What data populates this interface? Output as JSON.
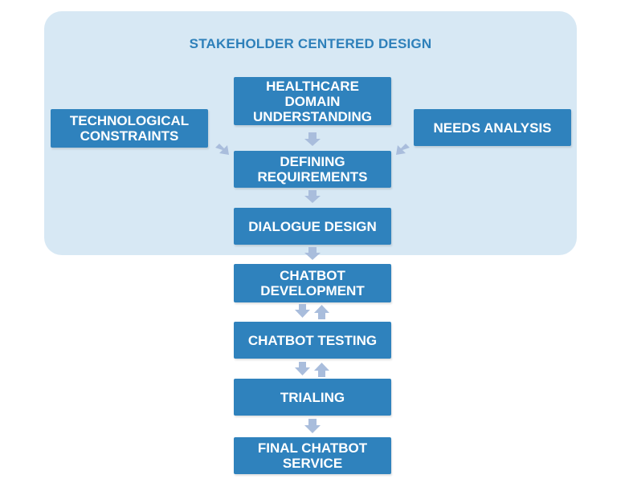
{
  "region": {
    "title": "STAKEHOLDER CENTERED DESIGN"
  },
  "boxes": {
    "healthcare": "HEALTHCARE\nDOMAIN\nUNDERSTANDING",
    "technological": "TECHNOLOGICAL\nCONSTRAINTS",
    "needs": "NEEDS ANALYSIS",
    "defining": "DEFINING\nREQUIREMENTS",
    "dialogue": "DIALOGUE DESIGN",
    "development": "CHATBOT\nDEVELOPMENT",
    "testing": "CHATBOT TESTING",
    "trialing": "TRIALING",
    "final": "FINAL CHATBOT\nSERVICE"
  },
  "colors": {
    "box": "#2f82bd",
    "region": "#d7e8f4",
    "title": "#2e80ba",
    "arrow": "#a9bddc"
  }
}
